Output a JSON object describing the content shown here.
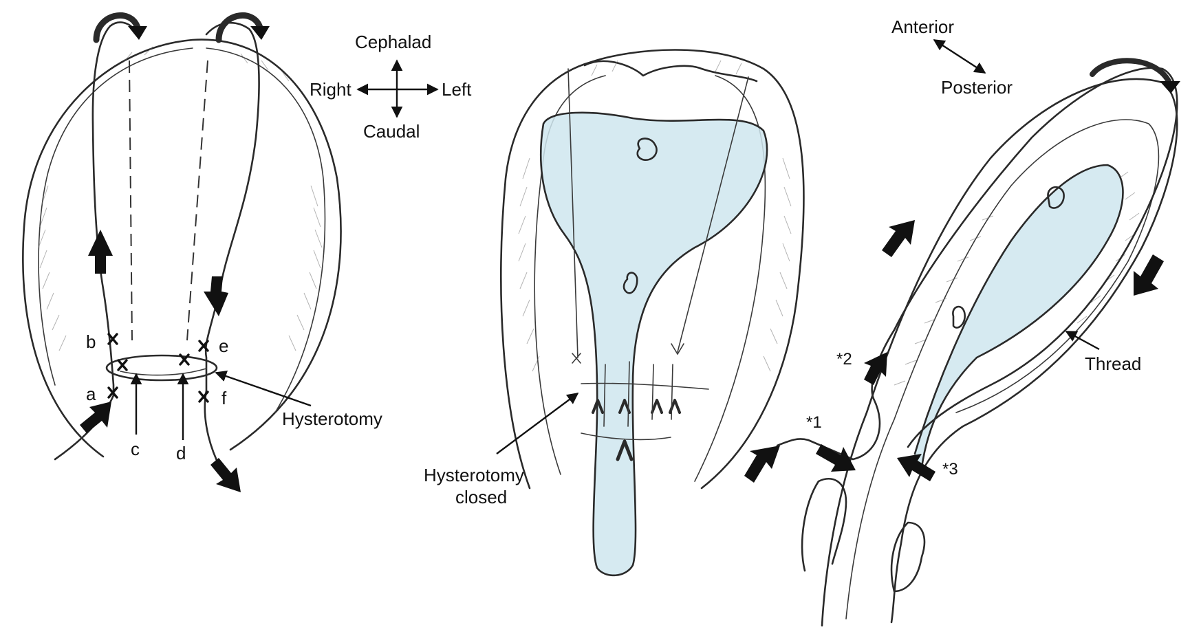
{
  "orientation": {
    "cephalad": "Cephalad",
    "caudal": "Caudal",
    "right": "Right",
    "left": "Left"
  },
  "panel1": {
    "points": {
      "a": "a",
      "b": "b",
      "c": "c",
      "d": "d",
      "e": "e",
      "f": "f"
    },
    "hysterotomy": "Hysterotomy"
  },
  "panel2": {
    "hysterotomy_closed_line1": "Hysterotomy",
    "hysterotomy_closed_line2": "closed"
  },
  "panel3": {
    "anterior": "Anterior",
    "posterior": "Posterior",
    "thread": "Thread",
    "step1": "*1",
    "step2": "*2",
    "step3": "*3"
  },
  "colors": {
    "ink": "#111111",
    "cavity": "#cfe6ef"
  }
}
